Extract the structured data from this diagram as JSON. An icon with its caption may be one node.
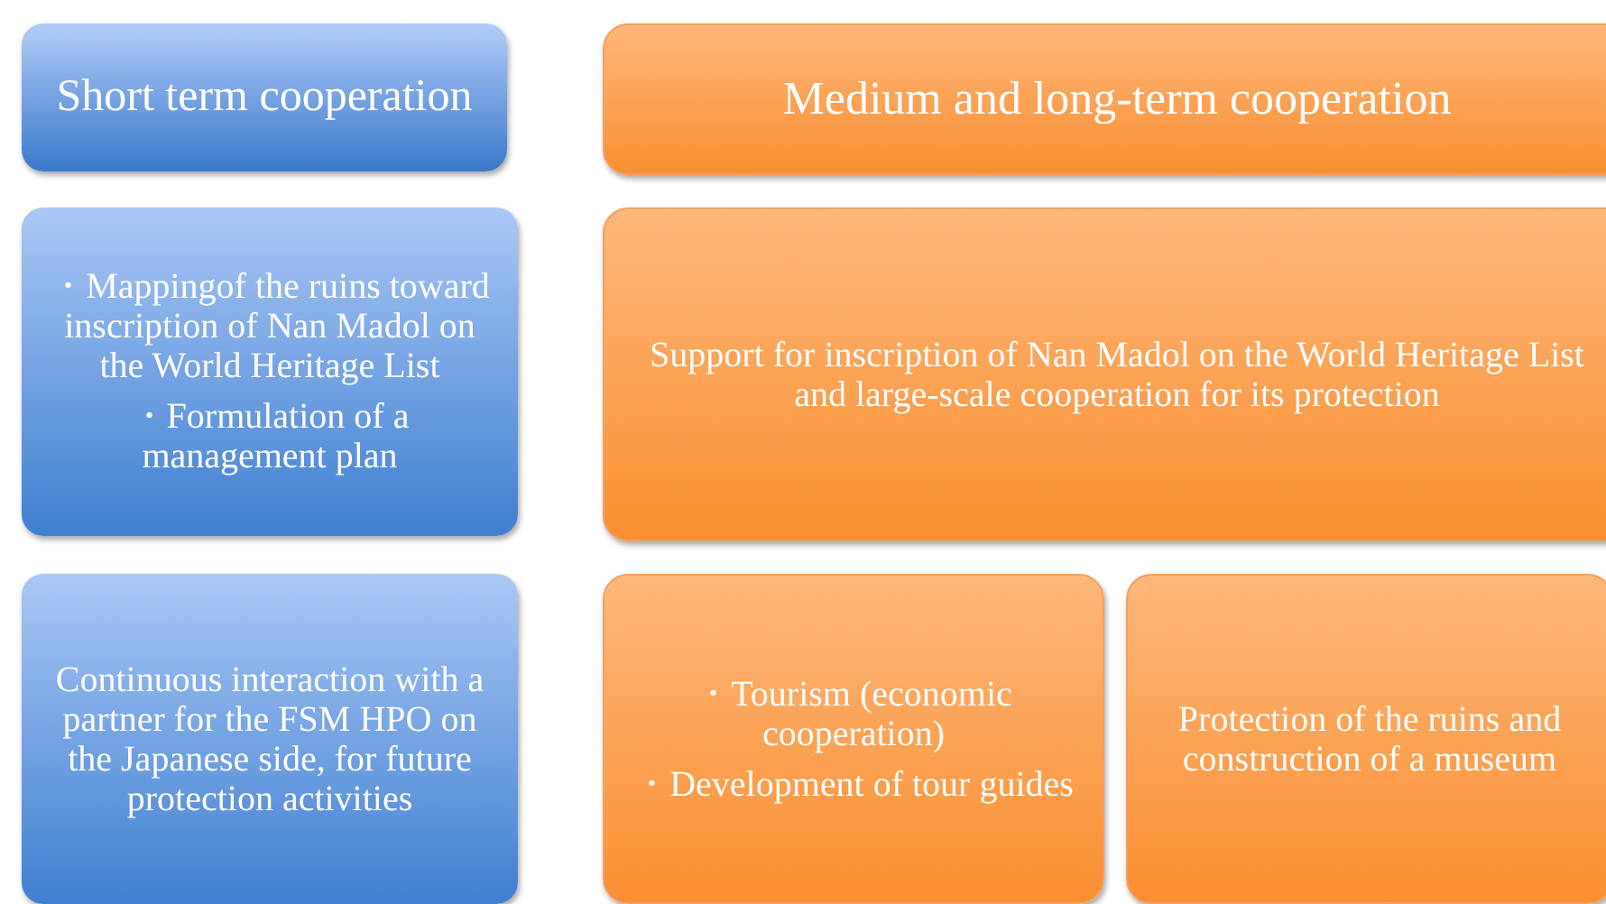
{
  "diagram": {
    "nodes": [
      {
        "text": [
          "Short term cooperation"
        ]
      },
      {
        "text": [
          "Medium and long-term cooperation"
        ]
      },
      {
        "text": [
          "・Mappingof the ruins toward inscription of Nan Madol on the World Heritage List",
          "・Formulation of a management plan"
        ]
      },
      {
        "text": [
          "Support for inscription of Nan Madol on the World Heritage List and large-scale cooperation for its protection"
        ]
      },
      {
        "text": [
          "Continuous interaction with a partner for the FSM HPO on the Japanese side, for future protection activities"
        ]
      },
      {
        "text": [
          "・Tourism (economic cooperation)",
          "・Development of tour guides"
        ]
      },
      {
        "text": [
          "Protection of the ruins and construction of a museum"
        ]
      }
    ]
  }
}
